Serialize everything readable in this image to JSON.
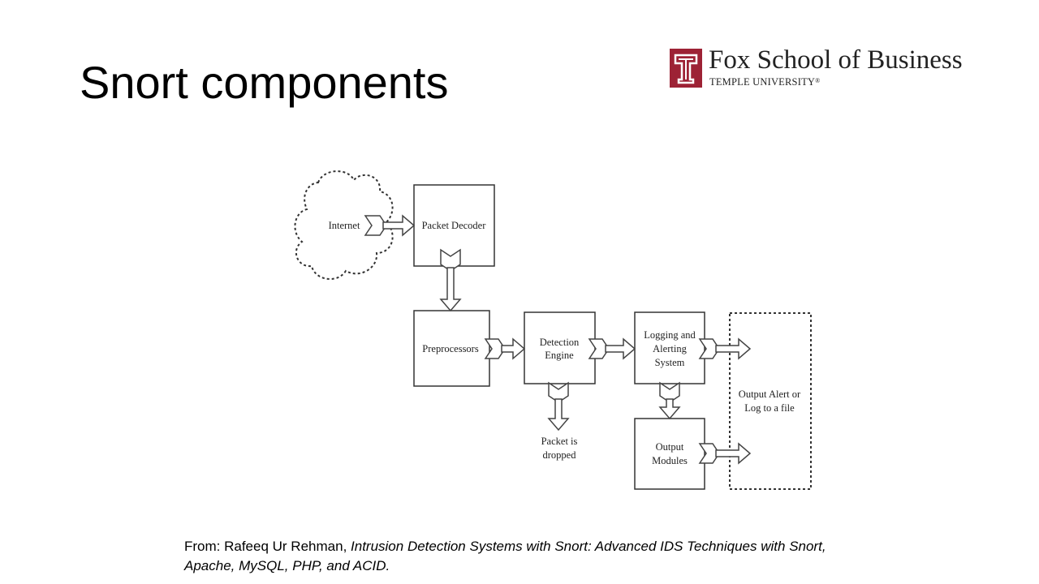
{
  "slide": {
    "title": "Snort components"
  },
  "logo": {
    "name": "Fox School of Business",
    "sub": "TEMPLE UNIVERSITY",
    "reg": "®"
  },
  "diagram": {
    "nodes": {
      "internet": "Internet",
      "packet_decoder": "Packet Decoder",
      "preprocessors": "Preprocessors",
      "detection_line1": "Detection",
      "detection_line2": "Engine",
      "logging_line1": "Logging and",
      "logging_line2": "Alerting",
      "logging_line3": "System",
      "output_modules_line1": "Output",
      "output_modules_line2": "Modules",
      "output_alert_line1": "Output Alert or",
      "output_alert_line2": "Log to a file",
      "dropped_line1": "Packet is",
      "dropped_line2": "dropped"
    }
  },
  "citation": {
    "prefix": "From: Rafeeq Ur Rehman, ",
    "title": "Intrusion Detection Systems with Snort: Advanced IDS Techniques with Snort, Apache, MySQL, PHP, and ACID."
  }
}
